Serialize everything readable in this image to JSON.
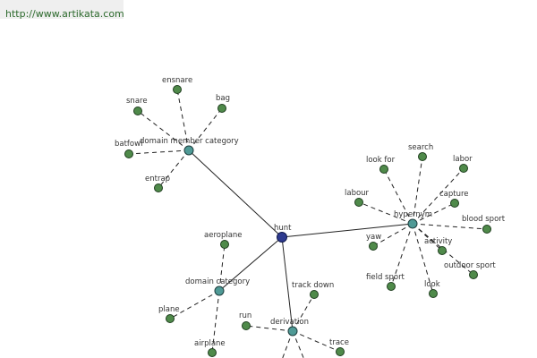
{
  "url": "http://www.artikata.com",
  "colors": {
    "center": "#2e3a8f",
    "hub": "#4f9a96",
    "leaf": "#4f8a4a"
  },
  "graph": {
    "center": "hunt",
    "hubs": [
      {
        "relation": "domain member category",
        "terms": [
          "ensnare",
          "snare",
          "bag",
          "batfowl",
          "entrap"
        ]
      },
      {
        "relation": "hypernym",
        "terms": [
          "search",
          "look for",
          "labor",
          "labour",
          "capture",
          "blood sport",
          "yaw",
          "activity",
          "outdoor sport",
          "field sport",
          "look"
        ]
      },
      {
        "relation": "domain category",
        "terms": [
          "aeroplane",
          "plane",
          "airplane"
        ]
      },
      {
        "relation": "derivation",
        "terms": [
          "track down",
          "run",
          "trace"
        ]
      }
    ]
  }
}
